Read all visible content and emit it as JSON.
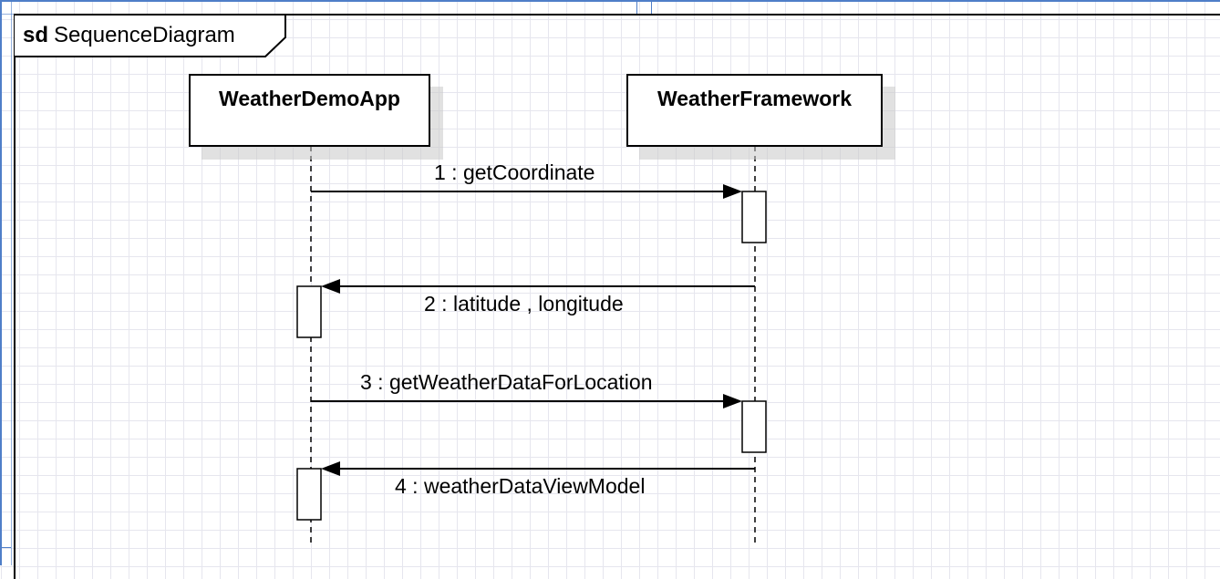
{
  "frame": {
    "keyword": "sd",
    "name": "SequenceDiagram"
  },
  "lifelines": [
    {
      "name": "WeatherDemoApp"
    },
    {
      "name": "WeatherFramework"
    }
  ],
  "messages": [
    {
      "label": "1 : getCoordinate",
      "from": "WeatherDemoApp",
      "to": "WeatherFramework"
    },
    {
      "label": "2 : latitude , longitude",
      "from": "WeatherFramework",
      "to": "WeatherDemoApp"
    },
    {
      "label": "3 : getWeatherDataForLocation",
      "from": "WeatherDemoApp",
      "to": "WeatherFramework"
    },
    {
      "label": "4 : weatherDataViewModel",
      "from": "WeatherFramework",
      "to": "WeatherDemoApp"
    }
  ],
  "colors": {
    "line": "#000000",
    "grid": "#e6e6ee",
    "canvas_edge": "#4f7ec8"
  }
}
